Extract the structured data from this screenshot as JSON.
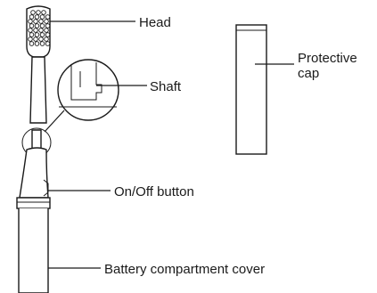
{
  "labels": {
    "head": "Head",
    "shaft": "Shaft",
    "protective_cap_line1": "Protective",
    "protective_cap_line2": "cap",
    "on_off_button": "On/Off button",
    "battery_cover": "Battery compartment cover"
  }
}
